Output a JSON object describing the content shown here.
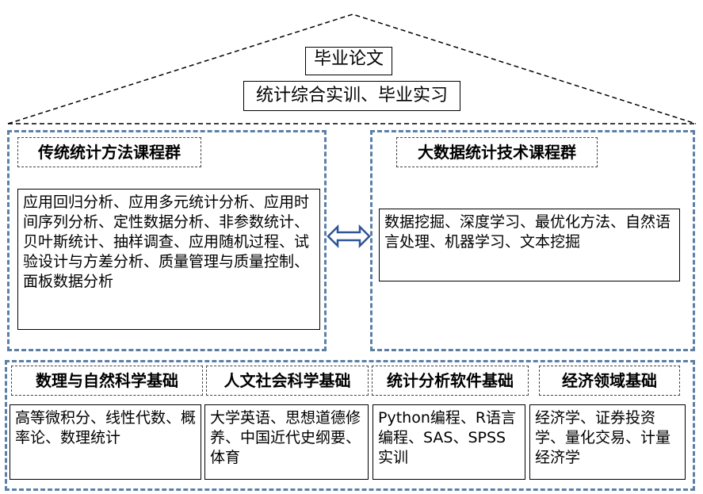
{
  "roof": {
    "thesis": "毕业论文",
    "training": "统计综合实训、毕业实习"
  },
  "left_group": {
    "title": "传统统计方法课程群",
    "courses": "应用回归分析、应用多元统计分析、应用时间序列分析、定性数据分析、非参数统计、贝叶斯统计、抽样调查、应用随机过程、试验设计与方差分析、质量管理与质量控制、面板数据分析"
  },
  "right_group": {
    "title": "大数据统计技术课程群",
    "courses": "数据挖掘、深度学习、最优化方法、自然语言处理、机器学习、文本挖掘"
  },
  "foundations": [
    {
      "title": "数理与自然科学基础",
      "courses": "高等微积分、线性代数、概率论、数理统计"
    },
    {
      "title": "人文社会科学基础",
      "courses": "大学英语、思想道德修养、中国近代史纲要、体育"
    },
    {
      "title": "统计分析软件基础",
      "courses": "Python编程、R语言编程、SAS、SPSS实训"
    },
    {
      "title": "经济领域基础",
      "courses": "经济学、证券投资学、量化交易、计量经济学"
    }
  ],
  "colors": {
    "panel_border": "#5b80a8",
    "arrow_fill": "#ffffff",
    "arrow_stroke": "#2f5597"
  }
}
